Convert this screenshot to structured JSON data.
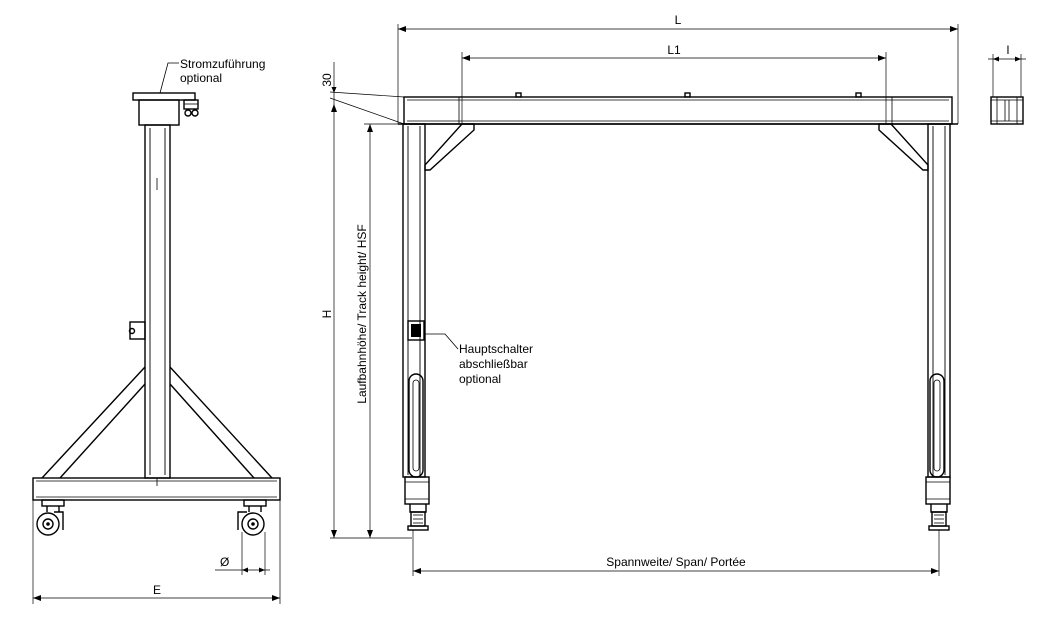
{
  "labels": {
    "power_supply_line1": "Stromzuführung",
    "power_supply_line2": "optional",
    "main_switch_line1": "Hauptschalter",
    "main_switch_line2": "abschließbar",
    "main_switch_line3": "optional",
    "dim_L": "L",
    "dim_L1": "L1",
    "dim_l": "l",
    "dim_30": "30",
    "dim_H": "H",
    "dim_track_height": "Laufbahnhöhe/ Track height/ HSF",
    "dim_span": "Spannweite/ Span/ Portée",
    "dim_E": "E",
    "dim_diameter": "Ø"
  }
}
